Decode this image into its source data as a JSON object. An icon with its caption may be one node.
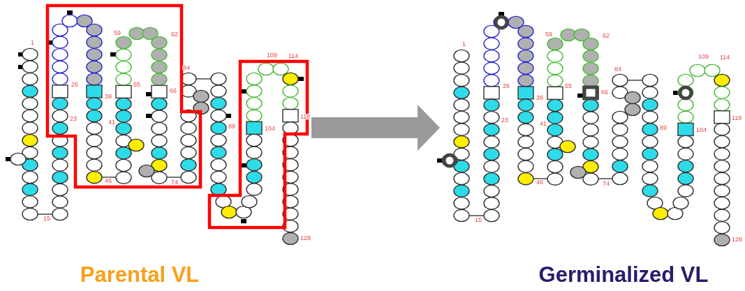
{
  "diagram": {
    "nodes": [
      {
        "text": [],
        "shape": "picture",
        "beside": [
          "Parental VL"
        ]
      },
      {
        "text": [],
        "shape": "picture",
        "beside": [
          "Germinalized VL"
        ]
      }
    ],
    "edges": [
      {
        "from": 0,
        "to": 1,
        "arrow": "to"
      }
    ],
    "labels": [
      "1",
      "26",
      "23",
      "15",
      "39",
      "41",
      "46",
      "59",
      "55",
      "62",
      "66",
      "74",
      "84",
      "89",
      "109",
      "104",
      "114",
      "118",
      "128",
      "1",
      "26",
      "23",
      "15",
      "39",
      "41",
      "46",
      "59",
      "55",
      "62",
      "66",
      "74",
      "84",
      "89",
      "109",
      "104",
      "114",
      "118",
      "128"
    ]
  }
}
